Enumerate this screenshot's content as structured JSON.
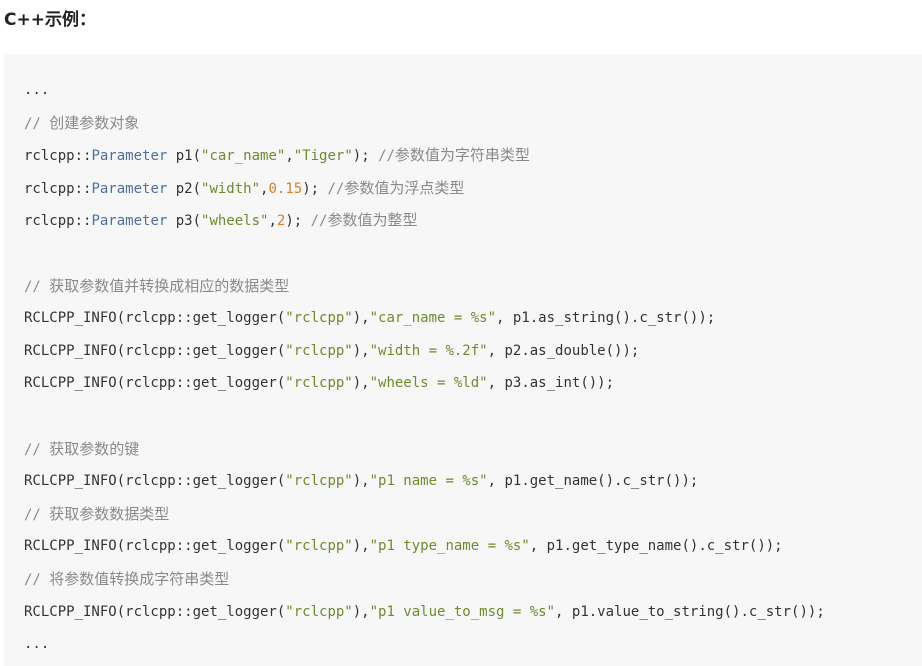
{
  "heading": "C++示例：",
  "colors": {
    "background": "#f7f7f7",
    "text": "#333333",
    "comment": "#8a8a8a",
    "type": "#4d6fa8",
    "string": "#6e8b2d",
    "number": "#d97e2a"
  },
  "code": {
    "lines": [
      [
        {
          "t": "...",
          "k": "plain"
        }
      ],
      [
        {
          "t": "// ",
          "k": "comment"
        },
        {
          "t": "创建参数对象",
          "k": "comment",
          "cjk": true
        }
      ],
      [
        {
          "t": "rclcpp::",
          "k": "plain"
        },
        {
          "t": "Parameter",
          "k": "type"
        },
        {
          "t": " p1(",
          "k": "plain"
        },
        {
          "t": "\"car_name\"",
          "k": "string"
        },
        {
          "t": ",",
          "k": "plain"
        },
        {
          "t": "\"Tiger\"",
          "k": "string"
        },
        {
          "t": "); ",
          "k": "plain"
        },
        {
          "t": "//",
          "k": "comment"
        },
        {
          "t": "参数值为字符串类型",
          "k": "comment",
          "cjk": true
        }
      ],
      [
        {
          "t": "rclcpp::",
          "k": "plain"
        },
        {
          "t": "Parameter",
          "k": "type"
        },
        {
          "t": " p2(",
          "k": "plain"
        },
        {
          "t": "\"width\"",
          "k": "string"
        },
        {
          "t": ",",
          "k": "plain"
        },
        {
          "t": "0.15",
          "k": "number"
        },
        {
          "t": "); ",
          "k": "plain"
        },
        {
          "t": "//",
          "k": "comment"
        },
        {
          "t": "参数值为浮点类型",
          "k": "comment",
          "cjk": true
        }
      ],
      [
        {
          "t": "rclcpp::",
          "k": "plain"
        },
        {
          "t": "Parameter",
          "k": "type"
        },
        {
          "t": " p3(",
          "k": "plain"
        },
        {
          "t": "\"wheels\"",
          "k": "string"
        },
        {
          "t": ",",
          "k": "plain"
        },
        {
          "t": "2",
          "k": "number"
        },
        {
          "t": "); ",
          "k": "plain"
        },
        {
          "t": "//",
          "k": "comment"
        },
        {
          "t": "参数值为整型",
          "k": "comment",
          "cjk": true
        }
      ],
      [],
      [
        {
          "t": "// ",
          "k": "comment"
        },
        {
          "t": "获取参数值并转换成相应的数据类型",
          "k": "comment",
          "cjk": true
        }
      ],
      [
        {
          "t": "RCLCPP_INFO(rclcpp::get_logger(",
          "k": "plain"
        },
        {
          "t": "\"rclcpp\"",
          "k": "string"
        },
        {
          "t": "),",
          "k": "plain"
        },
        {
          "t": "\"car_name = %s\"",
          "k": "string"
        },
        {
          "t": ", p1.as_string().c_str());",
          "k": "plain"
        }
      ],
      [
        {
          "t": "RCLCPP_INFO(rclcpp::get_logger(",
          "k": "plain"
        },
        {
          "t": "\"rclcpp\"",
          "k": "string"
        },
        {
          "t": "),",
          "k": "plain"
        },
        {
          "t": "\"width = %.2f\"",
          "k": "string"
        },
        {
          "t": ", p2.as_double());",
          "k": "plain"
        }
      ],
      [
        {
          "t": "RCLCPP_INFO(rclcpp::get_logger(",
          "k": "plain"
        },
        {
          "t": "\"rclcpp\"",
          "k": "string"
        },
        {
          "t": "),",
          "k": "plain"
        },
        {
          "t": "\"wheels = %ld\"",
          "k": "string"
        },
        {
          "t": ", p3.as_int());",
          "k": "plain"
        }
      ],
      [],
      [
        {
          "t": "// ",
          "k": "comment"
        },
        {
          "t": "获取参数的键",
          "k": "comment",
          "cjk": true
        }
      ],
      [
        {
          "t": "RCLCPP_INFO(rclcpp::get_logger(",
          "k": "plain"
        },
        {
          "t": "\"rclcpp\"",
          "k": "string"
        },
        {
          "t": "),",
          "k": "plain"
        },
        {
          "t": "\"p1 name = %s\"",
          "k": "string"
        },
        {
          "t": ", p1.get_name().c_str());",
          "k": "plain"
        }
      ],
      [
        {
          "t": "// ",
          "k": "comment"
        },
        {
          "t": "获取参数数据类型",
          "k": "comment",
          "cjk": true
        }
      ],
      [
        {
          "t": "RCLCPP_INFO(rclcpp::get_logger(",
          "k": "plain"
        },
        {
          "t": "\"rclcpp\"",
          "k": "string"
        },
        {
          "t": "),",
          "k": "plain"
        },
        {
          "t": "\"p1 type_name = %s\"",
          "k": "string"
        },
        {
          "t": ", p1.get_type_name().c_str());",
          "k": "plain"
        }
      ],
      [
        {
          "t": "// ",
          "k": "comment"
        },
        {
          "t": "将参数值转换成字符串类型",
          "k": "comment",
          "cjk": true
        }
      ],
      [
        {
          "t": "RCLCPP_INFO(rclcpp::get_logger(",
          "k": "plain"
        },
        {
          "t": "\"rclcpp\"",
          "k": "string"
        },
        {
          "t": "),",
          "k": "plain"
        },
        {
          "t": "\"p1 value_to_msg = %s\"",
          "k": "string"
        },
        {
          "t": ", p1.value_to_string().c_str());",
          "k": "plain"
        }
      ],
      [
        {
          "t": "...",
          "k": "plain"
        }
      ]
    ]
  }
}
